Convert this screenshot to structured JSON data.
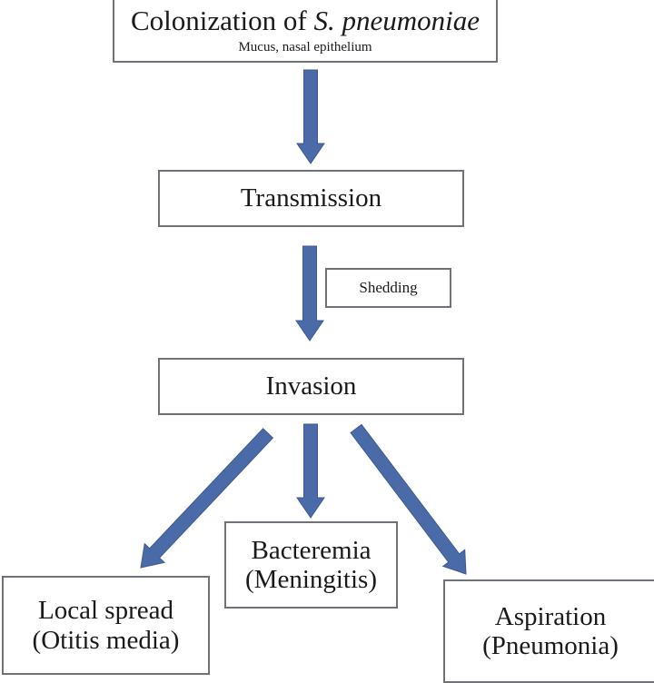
{
  "diagram": {
    "title": "S. pneumoniae pathogenesis flow",
    "colors": {
      "arrow": "#4a6aa8",
      "box_border": "#6f7278",
      "text": "#1a1a1a",
      "background": "#ffffff"
    },
    "nodes": {
      "colonization": {
        "title_prefix": "Colonization of ",
        "title_italic": "S. pneumoniae",
        "subtitle": "Mucus, nasal epithelium"
      },
      "transmission": {
        "label": "Transmission"
      },
      "shedding": {
        "label": "Shedding"
      },
      "invasion": {
        "label": "Invasion"
      },
      "bacteremia": {
        "line1": "Bacteremia",
        "line2": "(Meningitis)"
      },
      "local_spread": {
        "line1": "Local spread",
        "line2": "(Otitis media)"
      },
      "aspiration": {
        "line1": "Aspiration",
        "line2": "(Pneumonia)"
      }
    },
    "edges": [
      {
        "from": "colonization",
        "to": "transmission"
      },
      {
        "from": "transmission",
        "to": "invasion",
        "label": "shedding"
      },
      {
        "from": "invasion",
        "to": "local_spread"
      },
      {
        "from": "invasion",
        "to": "bacteremia"
      },
      {
        "from": "invasion",
        "to": "aspiration"
      }
    ]
  }
}
